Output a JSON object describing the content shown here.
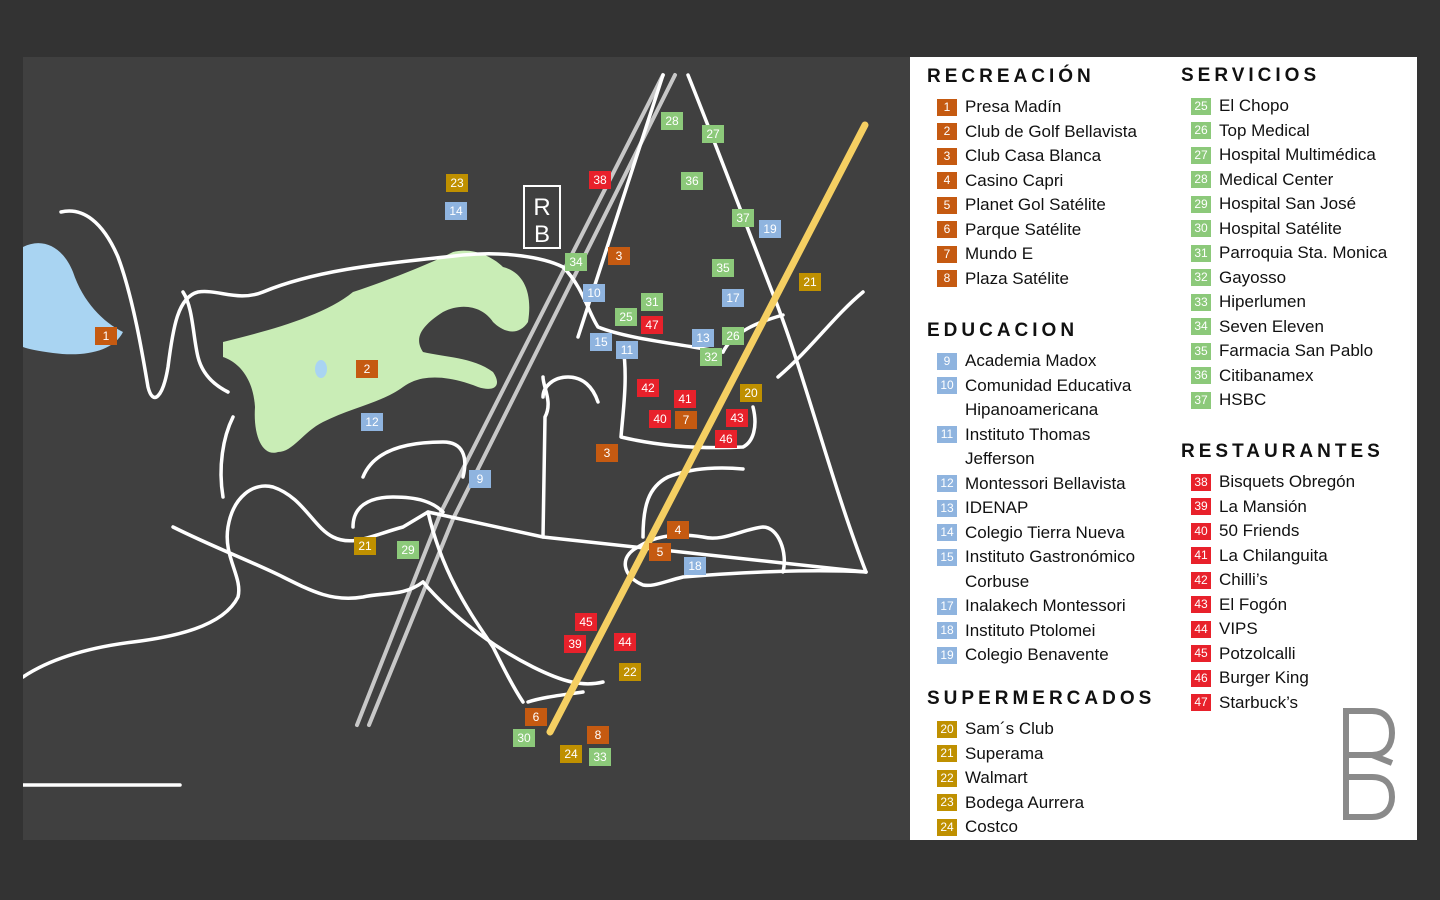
{
  "colors": {
    "recreacion": "#C55A11",
    "educacion": "#8FB4DF",
    "supermercados": "#BF9000",
    "servicios": "#8CC97A",
    "restaurantes": "#E8212B",
    "road_main": "#FFFFFF",
    "road_highway": "#C8C8C8",
    "route_line": "#F5CF62",
    "golf_area": "#C9EDB6",
    "lake": "#A9D4F2",
    "map_bg": "#404040",
    "frame_bg": "#333333"
  },
  "map": {
    "logo_text": "RB",
    "markers": [
      {
        "n": "1",
        "cat": "recreacion"
      },
      {
        "n": "2",
        "cat": "recreacion"
      },
      {
        "n": "3",
        "cat": "recreacion"
      },
      {
        "n": "3",
        "cat": "recreacion"
      },
      {
        "n": "4",
        "cat": "recreacion"
      },
      {
        "n": "5",
        "cat": "recreacion"
      },
      {
        "n": "6",
        "cat": "recreacion"
      },
      {
        "n": "7",
        "cat": "recreacion"
      },
      {
        "n": "8",
        "cat": "recreacion"
      },
      {
        "n": "9",
        "cat": "educacion"
      },
      {
        "n": "10",
        "cat": "educacion"
      },
      {
        "n": "11",
        "cat": "educacion"
      },
      {
        "n": "12",
        "cat": "educacion"
      },
      {
        "n": "13",
        "cat": "educacion"
      },
      {
        "n": "14",
        "cat": "educacion"
      },
      {
        "n": "15",
        "cat": "educacion"
      },
      {
        "n": "17",
        "cat": "educacion"
      },
      {
        "n": "18",
        "cat": "educacion"
      },
      {
        "n": "19",
        "cat": "educacion"
      },
      {
        "n": "20",
        "cat": "supermercados"
      },
      {
        "n": "21",
        "cat": "supermercados"
      },
      {
        "n": "21",
        "cat": "supermercados"
      },
      {
        "n": "22",
        "cat": "supermercados"
      },
      {
        "n": "23",
        "cat": "supermercados"
      },
      {
        "n": "24",
        "cat": "supermercados"
      },
      {
        "n": "25",
        "cat": "servicios"
      },
      {
        "n": "26",
        "cat": "servicios"
      },
      {
        "n": "27",
        "cat": "servicios"
      },
      {
        "n": "28",
        "cat": "servicios"
      },
      {
        "n": "29",
        "cat": "servicios"
      },
      {
        "n": "30",
        "cat": "servicios"
      },
      {
        "n": "31",
        "cat": "servicios"
      },
      {
        "n": "32",
        "cat": "servicios"
      },
      {
        "n": "33",
        "cat": "servicios"
      },
      {
        "n": "34",
        "cat": "servicios"
      },
      {
        "n": "35",
        "cat": "servicios"
      },
      {
        "n": "36",
        "cat": "servicios"
      },
      {
        "n": "37",
        "cat": "servicios"
      },
      {
        "n": "38",
        "cat": "restaurantes"
      },
      {
        "n": "39",
        "cat": "restaurantes"
      },
      {
        "n": "40",
        "cat": "restaurantes"
      },
      {
        "n": "41",
        "cat": "restaurantes"
      },
      {
        "n": "42",
        "cat": "restaurantes"
      },
      {
        "n": "43",
        "cat": "restaurantes"
      },
      {
        "n": "44",
        "cat": "restaurantes"
      },
      {
        "n": "45",
        "cat": "restaurantes"
      },
      {
        "n": "46",
        "cat": "restaurantes"
      },
      {
        "n": "47",
        "cat": "restaurantes"
      }
    ]
  },
  "legend": {
    "logo_text": "RB",
    "sections": [
      {
        "id": "recreacion",
        "title": "RECREACIÓN",
        "items": [
          {
            "n": "1",
            "label": "Presa Madín"
          },
          {
            "n": "2",
            "label": "Club de Golf Bellavista"
          },
          {
            "n": "3",
            "label": "Club Casa Blanca"
          },
          {
            "n": "4",
            "label": "Casino Capri"
          },
          {
            "n": "5",
            "label": "Planet Gol Satélite"
          },
          {
            "n": "6",
            "label": "Parque Satélite"
          },
          {
            "n": "7",
            "label": "Mundo E"
          },
          {
            "n": "8",
            "label": "Plaza Satélite"
          }
        ]
      },
      {
        "id": "educacion",
        "title": "EDUCACION",
        "items": [
          {
            "n": "9",
            "label": "Academia Madox"
          },
          {
            "n": "10",
            "label": "Comunidad Educativa",
            "label2": "Hipanoamericana"
          },
          {
            "n": "11",
            "label": "Instituto Thomas",
            "label2": "Jefferson"
          },
          {
            "n": "12",
            "label": "Montessori Bellavista"
          },
          {
            "n": "13",
            "label": "IDENAP"
          },
          {
            "n": "14",
            "label": "Colegio Tierra Nueva"
          },
          {
            "n": "15",
            "label": "Instituto Gastronómico",
            "label2": "Corbuse"
          },
          {
            "n": "17",
            "label": "Inalakech Montessori"
          },
          {
            "n": "18",
            "label": "Instituto Ptolomei"
          },
          {
            "n": "19",
            "label": "Colegio Benavente"
          }
        ]
      },
      {
        "id": "supermercados",
        "title": "SUPERMERCADOS",
        "items": [
          {
            "n": "20",
            "label": "Sam´s Club"
          },
          {
            "n": "21",
            "label": "Superama"
          },
          {
            "n": "22",
            "label": "Walmart"
          },
          {
            "n": "23",
            "label": "Bodega Aurrera"
          },
          {
            "n": "24",
            "label": "Costco"
          }
        ]
      },
      {
        "id": "servicios",
        "title": "SERVICIOS",
        "items": [
          {
            "n": "25",
            "label": "El Chopo"
          },
          {
            "n": "26",
            "label": "Top Medical"
          },
          {
            "n": "27",
            "label": "Hospital Multimédica"
          },
          {
            "n": "28",
            "label": "Medical Center"
          },
          {
            "n": "29",
            "label": "Hospital San José"
          },
          {
            "n": "30",
            "label": "Hospital Satélite"
          },
          {
            "n": "31",
            "label": "Parroquia Sta. Monica"
          },
          {
            "n": "32",
            "label": "Gayosso"
          },
          {
            "n": "33",
            "label": "Hiperlumen"
          },
          {
            "n": "34",
            "label": "Seven Eleven"
          },
          {
            "n": "35",
            "label": "Farmacia San Pablo"
          },
          {
            "n": "36",
            "label": "Citibanamex"
          },
          {
            "n": "37",
            "label": "HSBC"
          }
        ]
      },
      {
        "id": "restaurantes",
        "title": "RESTAURANTES",
        "items": [
          {
            "n": "38",
            "label": "Bisquets Obregón"
          },
          {
            "n": "39",
            "label": "La Mansión"
          },
          {
            "n": "40",
            "label": "50 Friends"
          },
          {
            "n": "41",
            "label": "La Chilanguita"
          },
          {
            "n": "42",
            "label": "Chilli’s"
          },
          {
            "n": "43",
            "label": "El Fogón"
          },
          {
            "n": "44",
            "label": "VIPS"
          },
          {
            "n": "45",
            "label": "Potzolcalli"
          },
          {
            "n": "46",
            "label": "Burger King"
          },
          {
            "n": "47",
            "label": "Starbuck’s"
          }
        ]
      }
    ]
  }
}
